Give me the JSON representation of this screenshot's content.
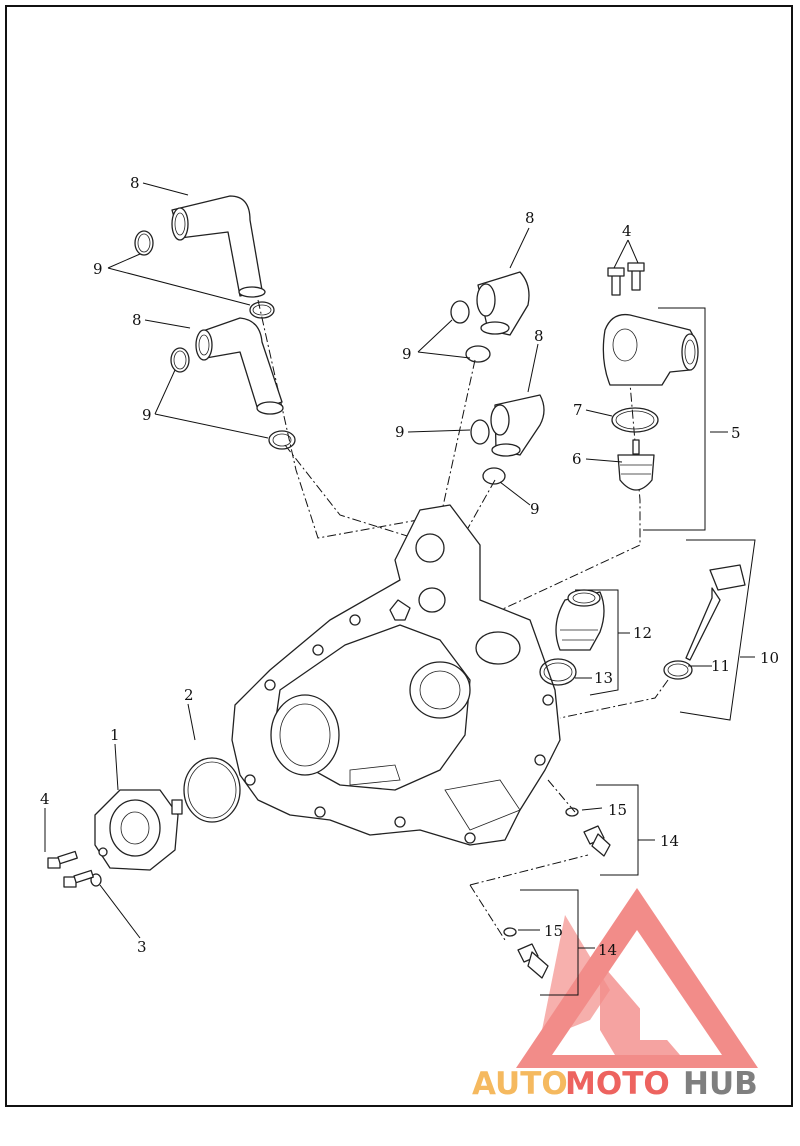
{
  "callouts": {
    "c1": "1",
    "c2": "2",
    "c3": "3",
    "c4a": "4",
    "c4b": "4",
    "c5": "5",
    "c6": "6",
    "c7": "7",
    "c8a": "8",
    "c8b": "8",
    "c8c": "8",
    "c8d": "8",
    "c9a": "9",
    "c9b": "9",
    "c9c": "9",
    "c9d": "9",
    "c9e": "9",
    "c10": "10",
    "c11": "11",
    "c12": "12",
    "c13": "13",
    "c14a": "14",
    "c14b": "14",
    "c15a": "15",
    "c15b": "15"
  },
  "watermark": {
    "part1": "AUTO",
    "part2": "MOTO",
    "part3": "HUB",
    "color_primary": "#e8302a",
    "color_secondary": "#f2a22a",
    "color_dark": "#555555"
  },
  "colors": {
    "line": "#222222",
    "background": "#ffffff"
  }
}
